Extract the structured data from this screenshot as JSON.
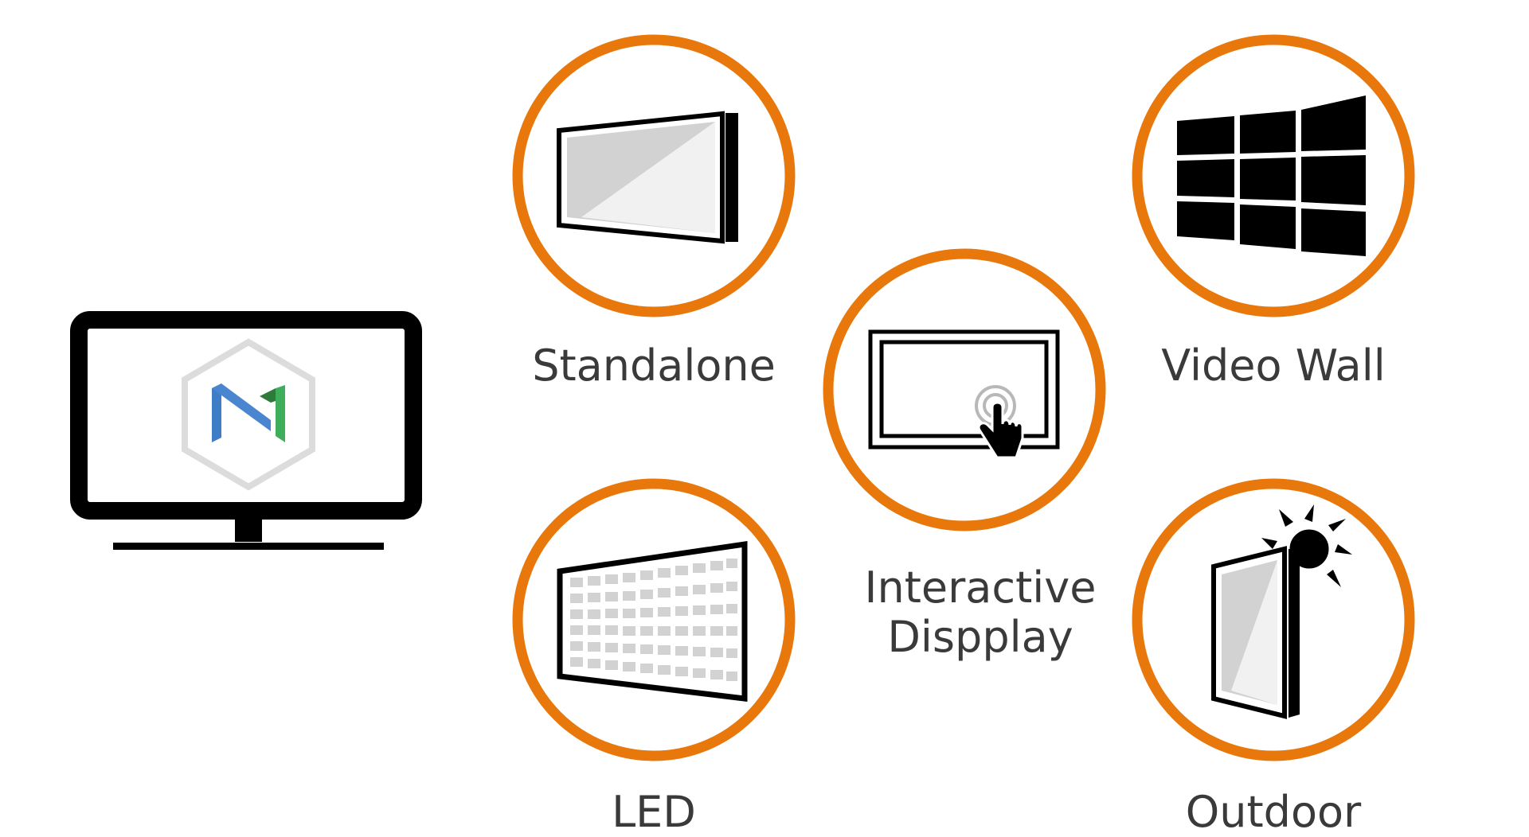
{
  "accent_color": "#e8780c",
  "monitor": {
    "logo_icon": "magicinfo-logo-icon",
    "stroke_color": "#000000"
  },
  "categories": [
    {
      "id": "standalone",
      "label": "Standalone",
      "icon": "standalone-display-icon"
    },
    {
      "id": "video-wall",
      "label": "Video Wall",
      "icon": "video-wall-icon"
    },
    {
      "id": "interactive",
      "label_lines": [
        "Interactive",
        "Dispplay"
      ],
      "icon": "touch-display-icon"
    },
    {
      "id": "led",
      "label": "LED",
      "icon": "led-panel-icon"
    },
    {
      "id": "outdoor",
      "label": "Outdoor",
      "icon": "outdoor-display-icon"
    }
  ]
}
